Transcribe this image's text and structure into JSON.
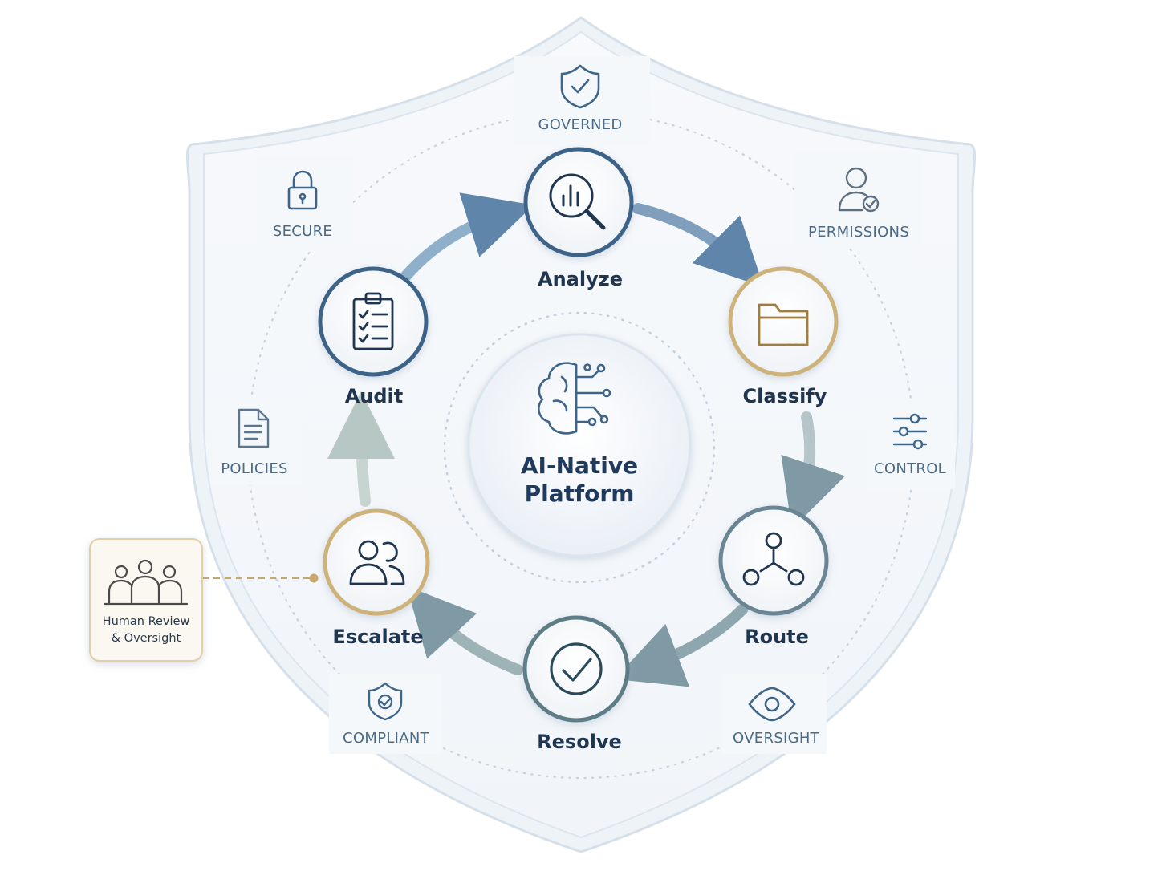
{
  "center": {
    "line1": "AI-Native",
    "line2": "Platform",
    "icon": "ai-brain-circuit-icon"
  },
  "steps": [
    {
      "label": "Analyze",
      "icon": "magnifier-chart-icon",
      "ring_color": "#3e6488"
    },
    {
      "label": "Classify",
      "icon": "folder-icon",
      "ring_color": "#cdb27a"
    },
    {
      "label": "Route",
      "icon": "network-nodes-icon",
      "ring_color": "#6b8593"
    },
    {
      "label": "Resolve",
      "icon": "check-circle-icon",
      "ring_color": "#5e7d86"
    },
    {
      "label": "Escalate",
      "icon": "people-icon",
      "ring_color": "#cdb27a"
    },
    {
      "label": "Audit",
      "icon": "clipboard-checklist-icon",
      "ring_color": "#3e6488"
    }
  ],
  "perimeter": [
    {
      "label": "GOVERNED",
      "icon": "shield-check-icon"
    },
    {
      "label": "PERMISSIONS",
      "icon": "user-check-icon"
    },
    {
      "label": "CONTROL",
      "icon": "sliders-icon"
    },
    {
      "label": "OVERSIGHT",
      "icon": "eye-icon"
    },
    {
      "label": "COMPLIANT",
      "icon": "badge-check-icon"
    },
    {
      "label": "POLICIES",
      "icon": "document-icon"
    },
    {
      "label": "SECURE",
      "icon": "lock-icon"
    }
  ],
  "human_review": {
    "line1": "Human Review",
    "line2": "& Oversight",
    "icon": "group-people-icon"
  },
  "colors": {
    "navy": "#1f3550",
    "steel_blue": "#3e6488",
    "gold": "#cdb27a",
    "slate_teal": "#6b8593",
    "shield_fill": "#f5f8fb",
    "shield_stroke": "#c9d6e2"
  }
}
